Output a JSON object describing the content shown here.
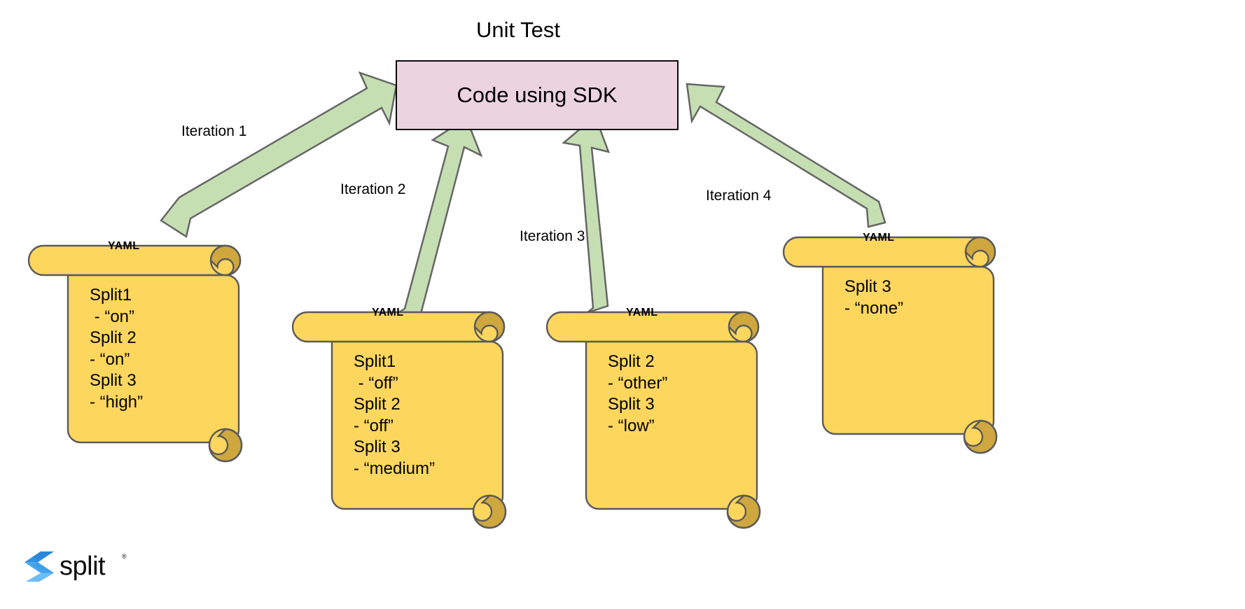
{
  "diagram": {
    "title": "Unit Test",
    "center_node": {
      "label": "Code using SDK",
      "fill": "#ecd3e0",
      "stroke": "#0a0a0a"
    },
    "arrow_color": "#c5dfb3",
    "arrow_stroke": "#666666",
    "scroll_fill": "#fdd65e",
    "scroll_stroke": "#5a5a5a",
    "scroll_curl_fill": "#cfa73f",
    "edges": [
      {
        "label": "Iteration 1"
      },
      {
        "label": "Iteration 2"
      },
      {
        "label": "Iteration 3"
      },
      {
        "label": "Iteration 4"
      }
    ],
    "scrolls": [
      {
        "tag": "YAML",
        "text": "Split1\n - “on”\nSplit 2\n- “on”\nSplit 3\n- “high”"
      },
      {
        "tag": "YAML",
        "text": "Split1\n - “off”\nSplit 2\n- “off”\nSplit 3\n- “medium”"
      },
      {
        "tag": "YAML",
        "text": "Split 2\n- “other”\nSplit 3\n- “low”"
      },
      {
        "tag": "YAML",
        "text": "Split 3\n- “none”"
      }
    ]
  },
  "logo": {
    "wordmark": "split",
    "trademark": "®",
    "colors": {
      "dark_blue": "#2f8fe0",
      "mid_blue": "#4aa8ef",
      "light_blue": "#7fc9f7"
    }
  }
}
